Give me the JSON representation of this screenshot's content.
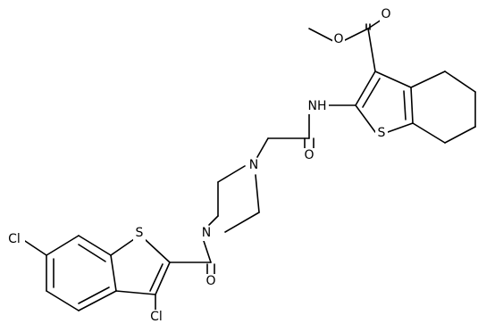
{
  "atom_labels": {
    "o_ester_carbonyl": "O",
    "o_ester_ether": "O",
    "nh": "NH",
    "s_thiophene_right": "S",
    "o_amide": "O",
    "n_piperazine_top": "N",
    "n_piperazine_bottom": "N",
    "s_benzothiophene": "S",
    "o_ketone": "O",
    "cl_6": "Cl",
    "cl_3": "Cl"
  }
}
